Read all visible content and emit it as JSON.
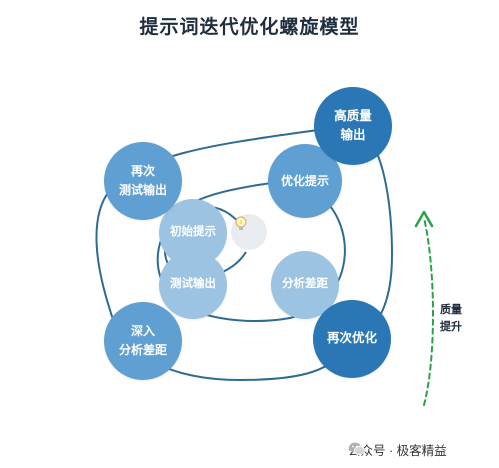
{
  "title": "提示词迭代优化螺旋模型",
  "nodes": {
    "initial": "初始提示",
    "test1": "测试输出",
    "analyze1": "分析差距",
    "optimize1": "优化提示",
    "retest": "再次\n测试输出",
    "deep": "深入\n分析差距",
    "optimize2": "再次优化",
    "quality": "高质量\n输出"
  },
  "side_label": "质量\n提升",
  "footer": "公众号 · 极客精益",
  "colors": {
    "light": "#9cc3e2",
    "mid": "#5f9fd2",
    "dark": "#2b77b6",
    "spiral": "#2e6b94",
    "arrow": "#2aa14a"
  },
  "icons": {
    "center": "lightbulb-icon",
    "footer": "wechat-icon"
  }
}
